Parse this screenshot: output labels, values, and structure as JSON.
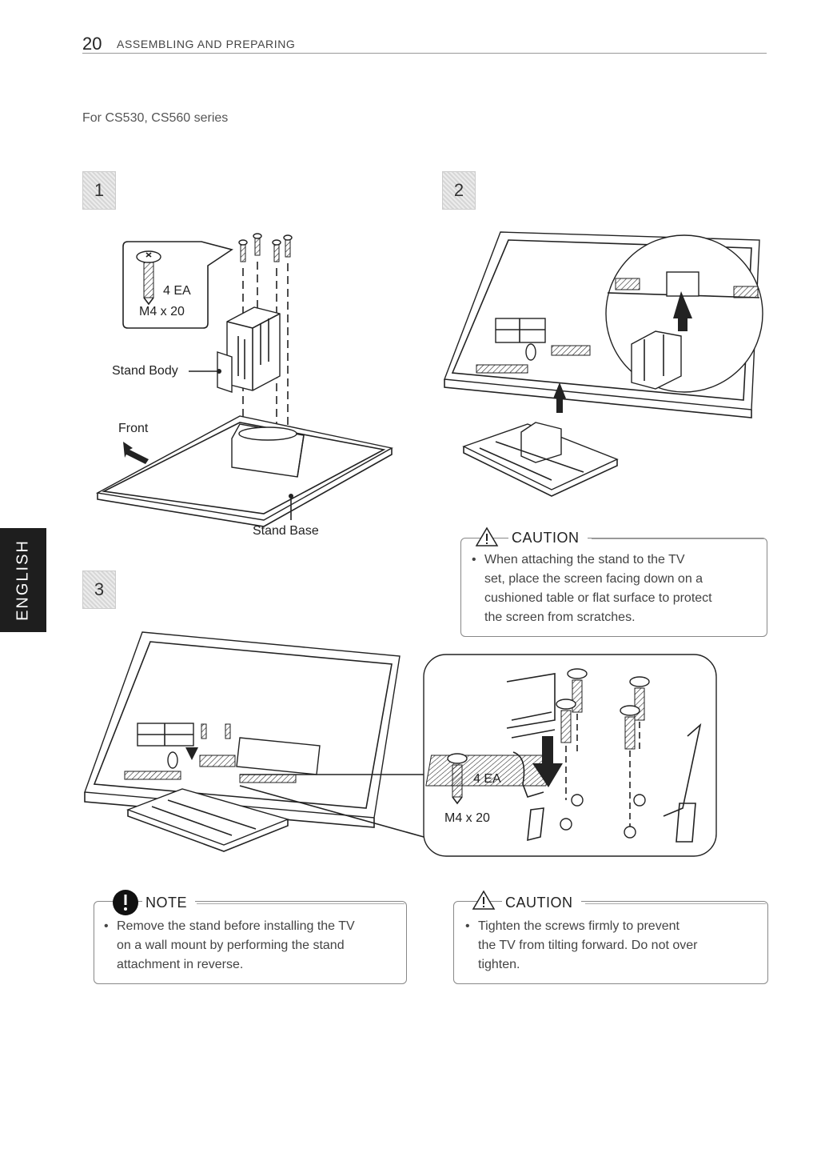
{
  "header": {
    "page_number": "20",
    "section": "ASSEMBLING AND PREPARING"
  },
  "subtitle": "For CS530, CS560 series",
  "steps": {
    "one": "1",
    "two": "2",
    "three": "3"
  },
  "side_tab": "ENGLISH",
  "step1": {
    "screw_qty": "4 EA",
    "screw_size": "M4 x 20",
    "stand_body": "Stand Body",
    "front": "Front",
    "stand_base": "Stand Base"
  },
  "step3": {
    "screw_qty": "4 EA",
    "screw_size": "M4 x 20"
  },
  "caution1": {
    "title": "CAUTION",
    "lines": [
      "When attaching the stand to the TV",
      "set, place the screen facing down on a",
      "cushioned table or flat surface to protect",
      "the screen from scratches."
    ]
  },
  "note": {
    "title": "NOTE",
    "lines": [
      "Remove the stand before installing the TV",
      "on a wall mount by performing the stand",
      "attachment in reverse."
    ]
  },
  "caution2": {
    "title": "CAUTION",
    "lines": [
      "Tighten the screws firmly to prevent",
      "the TV from tilting forward. Do not over",
      "tighten."
    ]
  }
}
